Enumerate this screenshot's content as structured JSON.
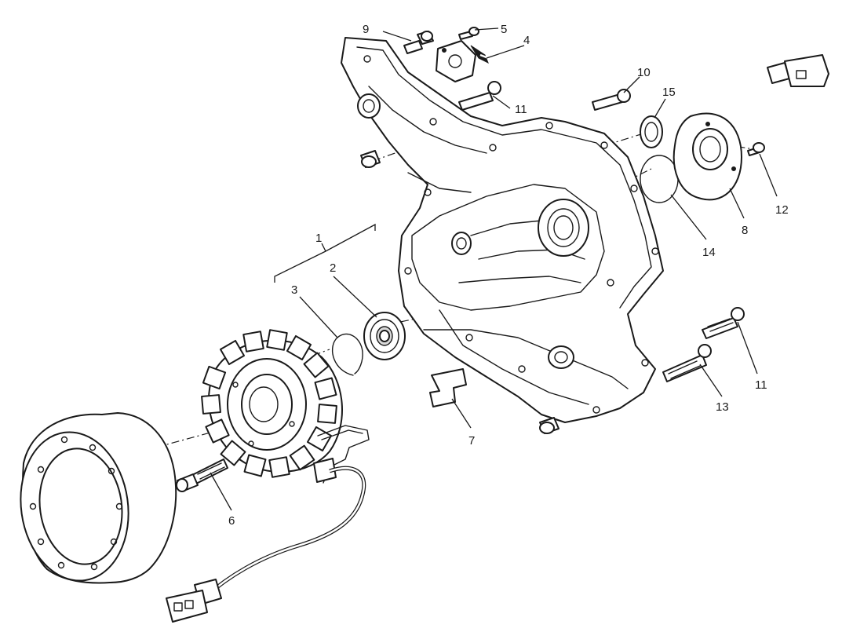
{
  "callouts": [
    {
      "id": "c1",
      "label": "1"
    },
    {
      "id": "c2",
      "label": "2"
    },
    {
      "id": "c3",
      "label": "3"
    },
    {
      "id": "c4",
      "label": "4"
    },
    {
      "id": "c5",
      "label": "5"
    },
    {
      "id": "c6",
      "label": "6"
    },
    {
      "id": "c7",
      "label": "7"
    },
    {
      "id": "c8",
      "label": "8"
    },
    {
      "id": "c9",
      "label": "9"
    },
    {
      "id": "c10",
      "label": "10"
    },
    {
      "id": "c11a",
      "label": "11"
    },
    {
      "id": "c11b",
      "label": "11"
    },
    {
      "id": "c12",
      "label": "12"
    },
    {
      "id": "c13",
      "label": "13"
    },
    {
      "id": "c14",
      "label": "14"
    },
    {
      "id": "c15",
      "label": "15"
    }
  ]
}
